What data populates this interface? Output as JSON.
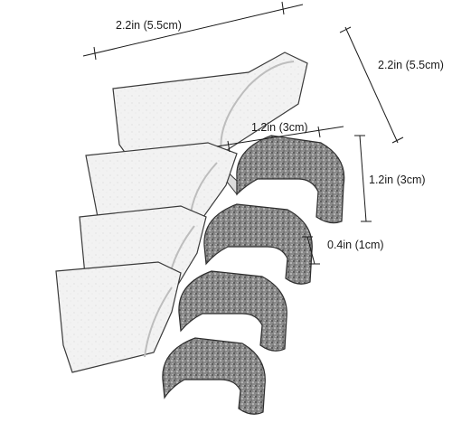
{
  "dimensions": {
    "overall_width": "2.2in (5.5cm)",
    "overall_depth": "2.2in (5.5cm)",
    "inner_width": "1.2in (3cm)",
    "inner_height": "1.2in (3cm)",
    "thickness": "0.4in (1cm)"
  },
  "colors": {
    "foam_face": "#f1f1f1",
    "foam_edge": "#c9c9c9",
    "foam_texture": "#5e5e5e",
    "outline": "#3a3a3a",
    "dimension_line": "#1a1a1a"
  },
  "product": {
    "guard_count": 4
  }
}
